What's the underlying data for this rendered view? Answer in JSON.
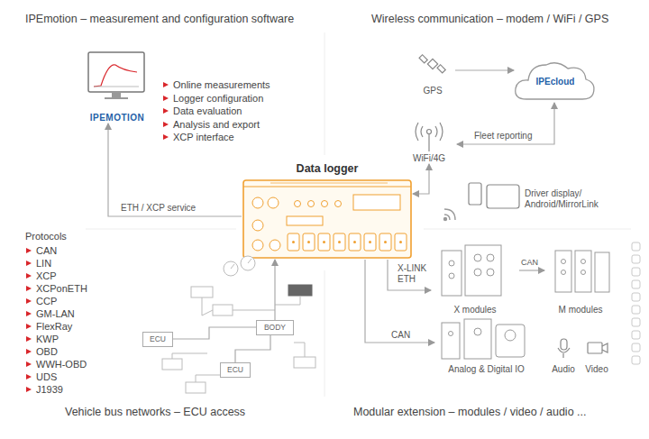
{
  "diagram": {
    "nodes": [
      {
        "text": [
          "IPEMOTION"
        ]
      },
      {
        "text": [
          "Data logger"
        ]
      },
      {
        "text": [
          "IPEcloud"
        ]
      },
      {
        "text": [
          "GPS"
        ]
      },
      {
        "text": [
          "WiFi/4G"
        ]
      },
      {
        "text": [
          "Driver display/ Android/MirrorLink"
        ]
      },
      {
        "text": [
          "X modules"
        ]
      },
      {
        "text": [
          "M modules"
        ]
      },
      {
        "text": [
          "Analog & Digital IO"
        ]
      },
      {
        "text": [
          "Audio"
        ]
      },
      {
        "text": [
          "Video"
        ]
      },
      {
        "text": [
          "ECU"
        ]
      },
      {
        "text": [
          "BODY"
        ]
      },
      {
        "text": [
          "ECU"
        ]
      }
    ],
    "edges": [
      {
        "from": 1,
        "to": 0,
        "arrow": "to",
        "label": "ETH / XCP service"
      },
      {
        "from": 3,
        "to": 2,
        "arrow": "to"
      },
      {
        "from": 4,
        "to": 2,
        "arrow": "both",
        "label": "Fleet reporting"
      },
      {
        "from": 1,
        "to": 4,
        "arrow": "both"
      },
      {
        "from": 1,
        "to": 6,
        "arrow": "to",
        "label": "X-LINK ETH"
      },
      {
        "from": 6,
        "to": 7,
        "arrow": "to",
        "label": "CAN"
      },
      {
        "from": 1,
        "to": 8,
        "arrow": "to",
        "label": "CAN"
      },
      {
        "from": 12,
        "to": 1,
        "arrow": "to"
      },
      {
        "from": 11,
        "to": 12,
        "arrow": "none"
      },
      {
        "from": 13,
        "to": 12,
        "arrow": "none"
      }
    ],
    "labels": [
      "IPEmotion – measurement and configuration software",
      "Wireless communication – modem / WiFi / GPS",
      "Vehicle bus networks – ECU access",
      "Modular extension – modules / video / audio ...",
      "Online measurements",
      "Logger configuration",
      "Data evaluation",
      "Analysis and export",
      "XCP interface",
      "Protocols",
      "CAN",
      "LIN",
      "XCP",
      "XCPonETH",
      "CCP",
      "GM-LAN",
      "FlexRay",
      "KWP",
      "OBD",
      "WWH-OBD",
      "UDS",
      "J1939"
    ]
  }
}
